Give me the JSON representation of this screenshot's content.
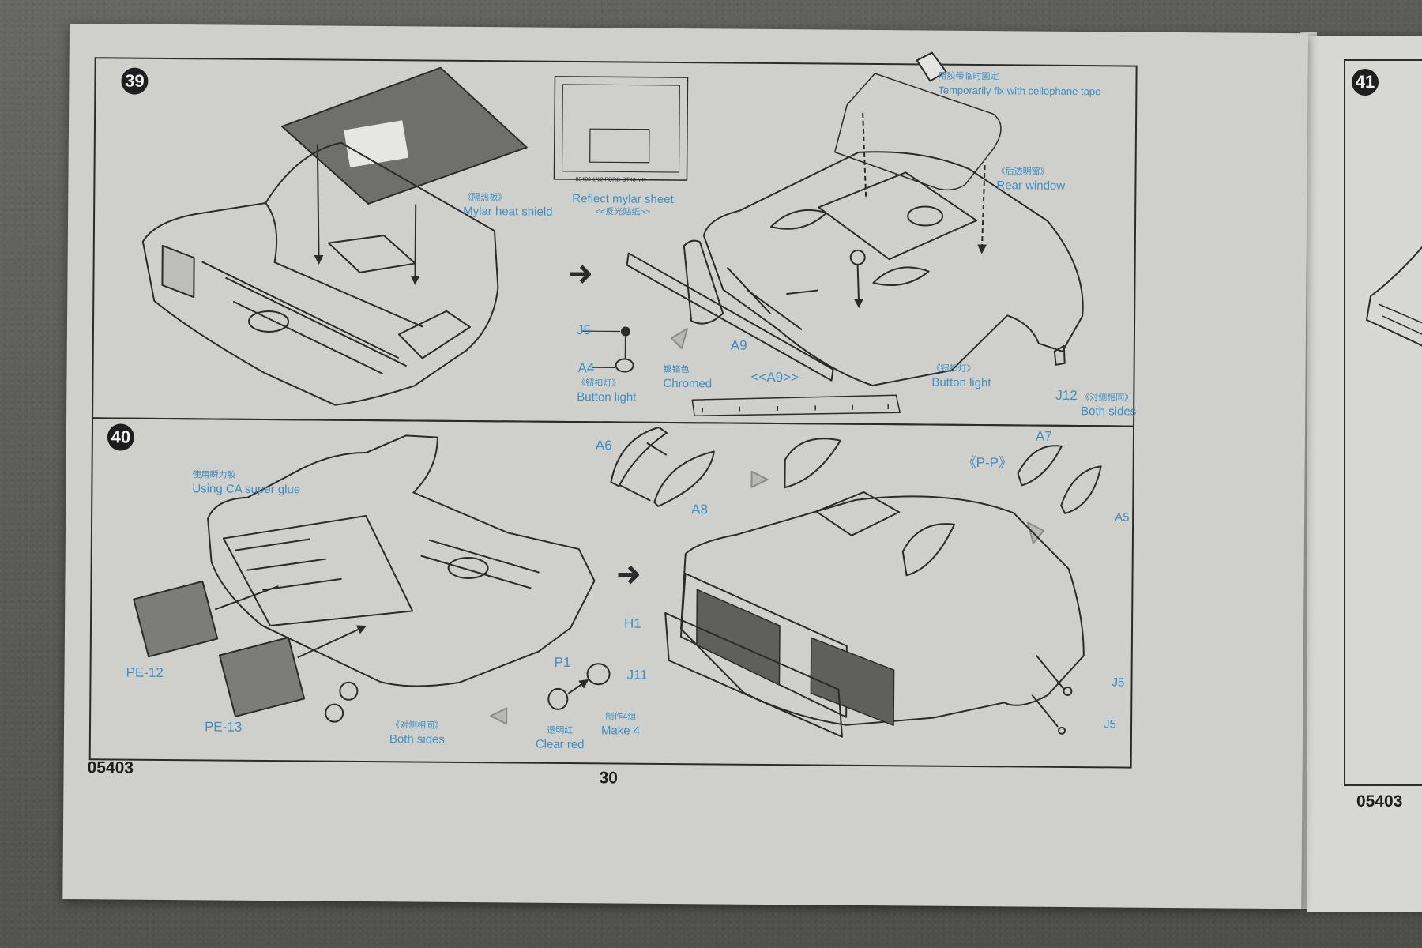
{
  "document": {
    "catalog_number": "05403",
    "page_number": "30",
    "next_page_catalog_number": "05403"
  },
  "steps": {
    "step39": {
      "number": "39",
      "mylar_heat_shield_zh": "《隔热板》",
      "mylar_heat_shield_en": "Mylar heat shield",
      "sheet_caption": "05403  1/12  FORD GT40  MK",
      "reflect_sheet_en": "Reflect mylar sheet",
      "reflect_sheet_zh": "<<反光贴纸>>",
      "temp_fix_zh": "用胶带临时固定",
      "temp_fix_en": "Temporarily fix with cellophane tape",
      "rear_window_zh": "《后透明窗》",
      "rear_window_en": "Rear window",
      "part_j5": "J5",
      "part_a4": "A4",
      "button_light_zh_left": "《钮扣灯》",
      "button_light_en_left": "Button light",
      "chromed_zh": "镀铬色",
      "chromed_en": "Chromed",
      "part_a9": "A9",
      "a9_detail": "<<A9>>",
      "button_light_zh_right": "《钮扣灯》",
      "button_light_en_right": "Button light",
      "part_j12": "J12",
      "both_sides_zh": "《对侧相同》",
      "both_sides_en": "Both sides"
    },
    "step40": {
      "number": "40",
      "ca_glue_zh": "使用瞬力胶",
      "ca_glue_en": "Using CA super glue",
      "part_pe12": "PE-12",
      "part_pe13": "PE-13",
      "both_sides_zh": "《对侧相同》",
      "both_sides_en": "Both sides",
      "part_p1": "P1",
      "part_j11": "J11",
      "clear_red_zh": "透明红",
      "clear_red_en": "Clear red",
      "make4_zh": "制作4组",
      "make4_en": "Make 4",
      "part_a6": "A6",
      "part_a8": "A8",
      "pp_detail": "《P-P》",
      "part_a7": "A7",
      "part_a5": "A5",
      "part_h1": "H1",
      "part_j5_top": "J5",
      "part_j5_bottom": "J5"
    },
    "step41": {
      "number": "41"
    }
  },
  "colors": {
    "callout": "#3d8fc2",
    "line": "#2b2b2b",
    "paper": "#cfcfcc"
  }
}
